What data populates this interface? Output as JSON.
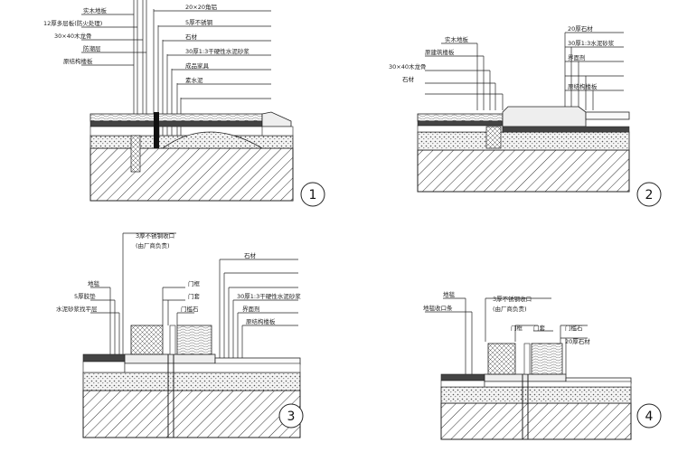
{
  "details": [
    {
      "id": "detail-1",
      "number": "1",
      "labels": [
        "实木地板",
        "12厚多层板(防火处理)",
        "30×40木龙骨",
        "防潮层",
        "原结构楼板",
        "20×20角铝",
        "5厚不锈钢",
        "石材",
        "30厚1:3干硬性水泥砂浆",
        "成品家具",
        "素水泥"
      ]
    },
    {
      "id": "detail-2",
      "number": "2",
      "labels": [
        "实木地板",
        "原建筑楼板",
        "30×40木龙骨",
        "石材",
        "20厚石材",
        "30厚1:3水泥砂浆",
        "界面剂",
        "原结构楼板"
      ]
    },
    {
      "id": "detail-3",
      "number": "3",
      "labels": [
        "3厚不锈钢收口",
        "(由厂商负责)",
        "地毯",
        "5厚胶垫",
        "水泥砂浆找平层",
        "门框",
        "门套",
        "门槛石",
        "石材",
        "30厚1:3干硬性水泥砂浆",
        "界面剂",
        "原结构楼板"
      ]
    },
    {
      "id": "detail-4",
      "number": "4",
      "labels": [
        "地毯",
        "地毯收口条",
        "3厚不锈钢收口",
        "(由厂商负责)",
        "门框",
        "门套",
        "门槛石",
        "20厚石材"
      ]
    }
  ]
}
